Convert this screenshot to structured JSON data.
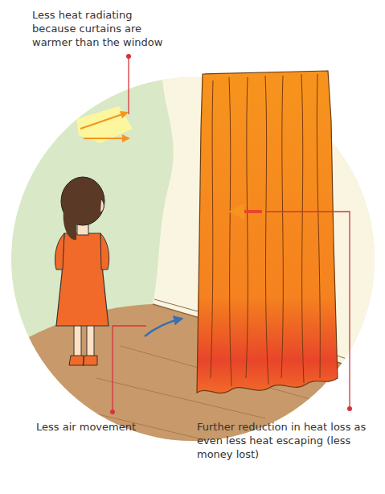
{
  "diagram": {
    "labels": [
      "Less heat radiating because curtains are warmer than the window",
      "Less air movement",
      "Further reduction in heat loss as even less heat escaping (less money lost)"
    ]
  }
}
